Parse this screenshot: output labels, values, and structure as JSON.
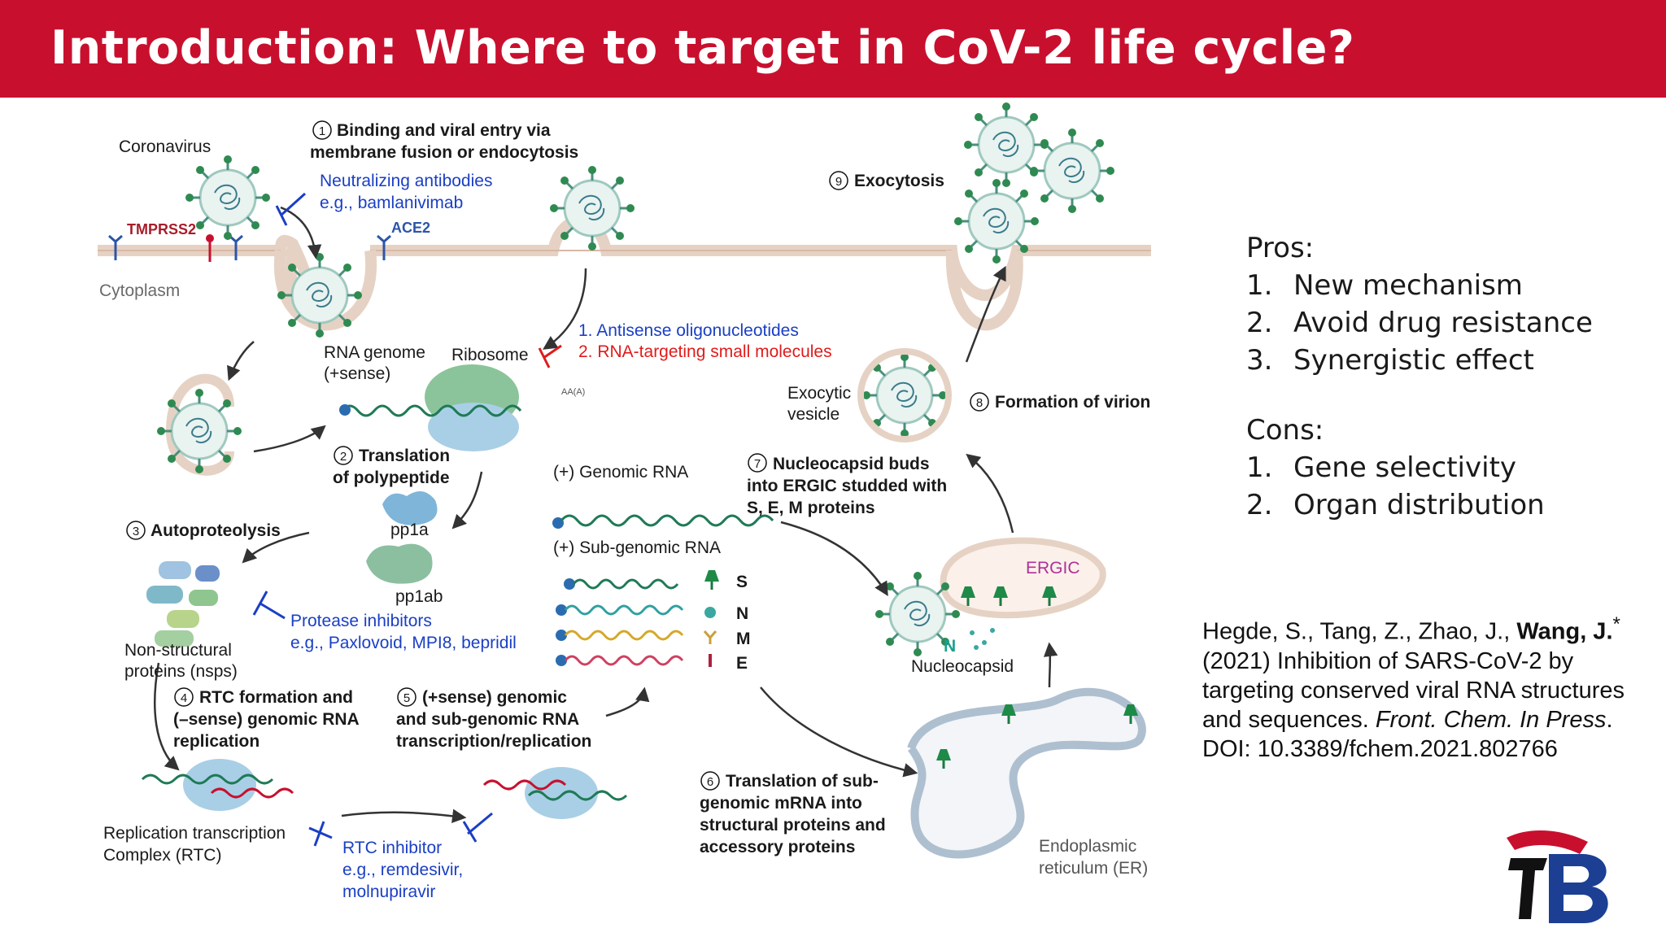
{
  "title": "Introduction: Where to target in CoV-2 life cycle?",
  "colors": {
    "title_bar": "#c8102e",
    "inhibitor_blue": "#1a3fc4",
    "inhibitor_red": "#e01b1b",
    "ergic_magenta": "#b0309a"
  },
  "diagram": {
    "coronavirus": "Coronavirus",
    "tmprss2": "TMPRSS2",
    "ace2": "ACE2",
    "cytoplasm": "Cytoplasm",
    "step1_line1": "Binding and viral entry via",
    "step1_line2": "membrane fusion or endocytosis",
    "step1_num": "1",
    "neutralizing_line1": "Neutralizing antibodies",
    "neutralizing_line2": "e.g., bamlanivimab",
    "rna_genome_line1": "RNA genome",
    "rna_genome_line2": "(+sense)",
    "ribosome": "Ribosome",
    "antisense": "1. Antisense oligonucleotides",
    "rna_small_molecules": "2. RNA-targeting small molecules",
    "aaa": "AA(A)",
    "step2_num": "2",
    "step2_line1": "Translation",
    "step2_line2": "of polypeptide",
    "pp1a": "pp1a",
    "pp1ab": "pp1ab",
    "step3_num": "3",
    "step3": "Autoproteolysis",
    "nsps_line1": "Non-structural",
    "nsps_line2": "proteins (nsps)",
    "protease_line1": "Protease inhibitors",
    "protease_line2": "e.g., Paxlovoid, MPI8, bepridil",
    "step4_num": "4",
    "step4_line1": "RTC formation and",
    "step4_line2": "(–sense) genomic RNA",
    "step4_line3": "replication",
    "rtc_line1": "Replication transcription",
    "rtc_line2": "Complex (RTC)",
    "rtc_inhib_line1": "RTC inhibitor",
    "rtc_inhib_line2": "e.g., remdesivir,",
    "rtc_inhib_line3": "molnupiravir",
    "step5_num": "5",
    "step5_line1": "(+sense) genomic",
    "step5_line2": "and sub-genomic RNA",
    "step5_line3": "transcription/replication",
    "genomic_rna": "(+) Genomic RNA",
    "subgenomic_rna": "(+) Sub-genomic RNA",
    "s": "S",
    "n": "N",
    "m": "M",
    "e": "E",
    "step6_num": "6",
    "step6_line1": "Translation of sub-",
    "step6_line2": "genomic mRNA into",
    "step6_line3": "structural proteins and",
    "step6_line4": "accessory proteins",
    "step7_num": "7",
    "step7_line1": "Nucleocapsid buds",
    "step7_line2": "into ERGIC studded with",
    "step7_line3": "S, E, M proteins",
    "ergic": "ERGIC",
    "n_label": "N",
    "nucleocapsid": "Nucleocapsid",
    "er_line1": "Endoplasmic",
    "er_line2": "reticulum (ER)",
    "step8_num": "8",
    "step8": "Formation of virion",
    "exocytic_line1": "Exocytic",
    "exocytic_line2": "vesicle",
    "step9_num": "9",
    "step9": "Exocytosis"
  },
  "pros": {
    "heading": "Pros:",
    "items": [
      {
        "num": "1.",
        "text": "New mechanism"
      },
      {
        "num": "2.",
        "text": "Avoid drug resistance"
      },
      {
        "num": "3.",
        "text": "Synergistic effect"
      }
    ]
  },
  "cons": {
    "heading": "Cons:",
    "items": [
      {
        "num": "1.",
        "text": "Gene selectivity"
      },
      {
        "num": "2.",
        "text": "Organ distribution"
      }
    ]
  },
  "citation": {
    "authors": "Hegde, S., Tang, Z., Zhao, J., ",
    "corresponding": "Wang, J.",
    "star": "*",
    "line2": "(2021) Inhibition of SARS-CoV-2 by",
    "line3": "targeting conserved viral RNA structures",
    "line4_pre": "and sequences. ",
    "journal": "Front. Chem. In Press",
    "line4_post": ".",
    "doi": "DOI: 10.3389/fchem.2021.802766"
  },
  "logo": {
    "icon": "tb-logo-icon"
  }
}
